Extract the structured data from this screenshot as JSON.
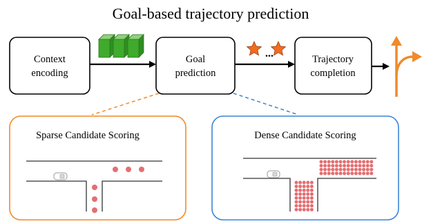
{
  "title": "Goal-based trajectory prediction",
  "pipeline": {
    "context_encoding": [
      "Context",
      "encoding"
    ],
    "goal_prediction": [
      "Goal",
      "prediction"
    ],
    "trajectory_completion": [
      "Trajectory",
      "completion"
    ],
    "goal_ellipsis": "..."
  },
  "panels": {
    "sparse": {
      "title": "Sparse Candidate Scoring",
      "border_color": "#f08a2a"
    },
    "dense": {
      "title": "Dense Candidate Scoring",
      "border_color": "#3a83d6"
    }
  },
  "colors": {
    "feature_cube": "#3faa2c",
    "star": "#f26b1f",
    "output_arrow": "#f08a2a",
    "candidate_point": "#e46f72",
    "road_line": "#333333"
  }
}
